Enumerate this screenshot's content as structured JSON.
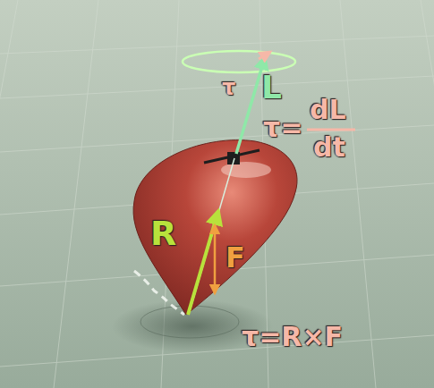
{
  "diagram": {
    "labels": [
      "τ",
      "L",
      "τ=",
      "dL",
      "dt",
      "R",
      "F",
      "τ=R×F"
    ]
  }
}
